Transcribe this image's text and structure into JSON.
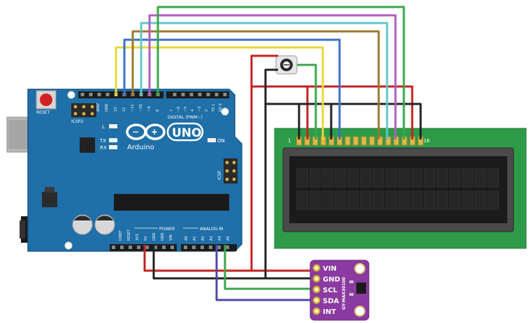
{
  "arduino": {
    "brand": "Arduino",
    "model": "UNO",
    "reset_label": "RESET",
    "icsp2_label": "ICSP2",
    "icsp_label": "ICSP",
    "led_l": "L",
    "led_tx": "TX",
    "led_rx": "RX",
    "on_label": "ON",
    "digital_label": "DIGITAL (PWM~)",
    "power_label": "POWER",
    "analog_label": "ANALOG IN",
    "aref": "AREF",
    "gnd": "GND",
    "digital_pins": [
      "13",
      "12",
      "~11",
      "~10",
      "~9",
      "8",
      "7",
      "~6",
      "~5",
      "4",
      "~3",
      "2",
      "TX 1",
      "RX 0"
    ],
    "power_pins": [
      "IOREF",
      "RESET",
      "3V3",
      "5V",
      "GND",
      "GND",
      "VIN"
    ],
    "analog_pins": [
      "A0",
      "A1",
      "A2",
      "A3",
      "A4",
      "A5"
    ]
  },
  "lcd": {
    "pin1_label": "1",
    "pin16_label": "16"
  },
  "sensor": {
    "part_label": "GY-MAX30100",
    "pins": [
      "VIN",
      "GND",
      "SCL",
      "SDA",
      "INT"
    ]
  },
  "colors": {
    "board": "#1f6fa8",
    "lcd_pcb": "#2e9b48",
    "sensor_pcb": "#8a3aa0",
    "wire_red": "#c0221e",
    "wire_black": "#222222",
    "wire_green": "#3aa64a",
    "wire_yellow": "#e8d93a",
    "wire_blue": "#3a6fc4",
    "wire_cyan": "#5fc8c8",
    "wire_brown": "#9a7a2a",
    "wire_purple": "#b05ec0",
    "wire_indigo": "#4a4aa8"
  }
}
